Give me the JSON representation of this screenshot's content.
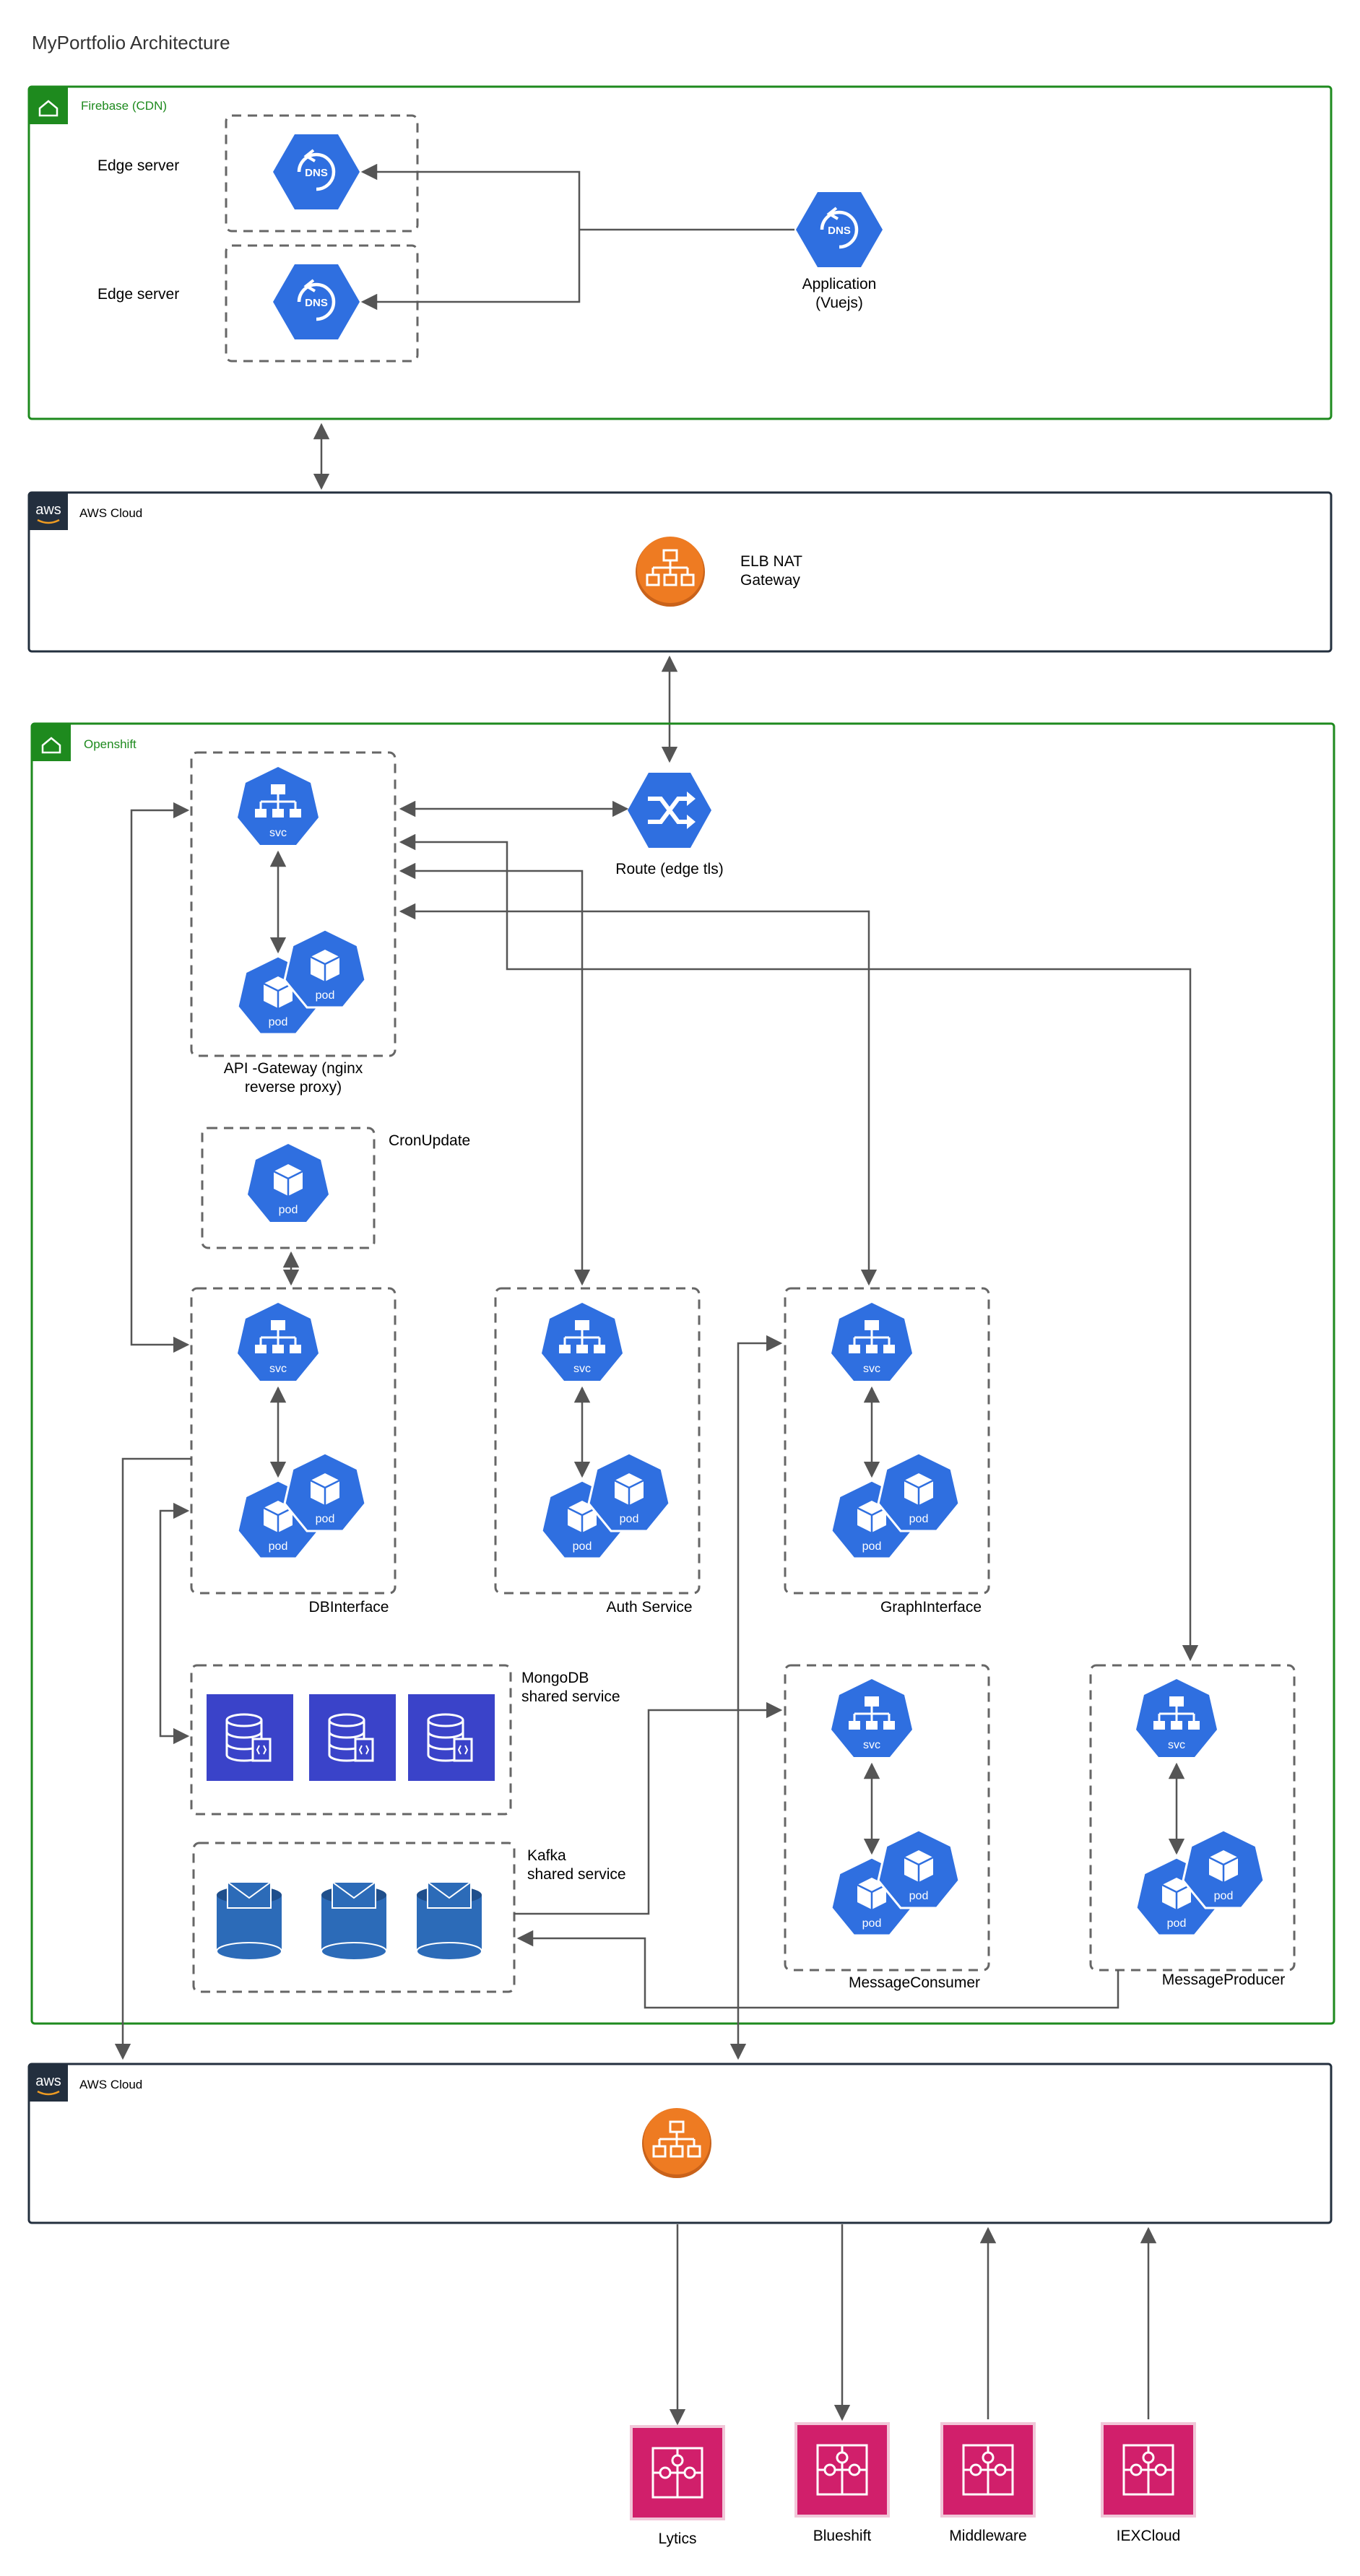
{
  "title": "MyPortfolio Architecture",
  "colors": {
    "green": "#1e8a1e",
    "blue": "#2f6fe0",
    "blue_dark": "#1f5cc8",
    "orange": "#ee7b22",
    "orange_dark": "#c9621a",
    "db_purple": "#3a43c9",
    "kafka_blue": "#2c6bb8",
    "kafka_blue_dark": "#1f4f8c",
    "magenta": "#d11f6b",
    "aws_dark": "#232f3e",
    "dash": "#666666",
    "arrow": "#555555"
  },
  "firebase": {
    "group_label": "Firebase (CDN)",
    "edge_server_1": "Edge server",
    "edge_server_2": "Edge server",
    "dns_label": "DNS",
    "app_label_line1": "Application",
    "app_label_line2": "(Vuejs)"
  },
  "aws_top": {
    "group_label": "AWS Cloud",
    "logo_text": "aws",
    "elb_label_line1": "ELB NAT",
    "elb_label_line2": "Gateway"
  },
  "openshift": {
    "group_label": "Openshift",
    "route_label": "Route (edge tls)",
    "svc_label": "svc",
    "pod_label": "pod",
    "api_gateway_line1": "API -Gateway (nginx",
    "api_gateway_line2": "reverse proxy)",
    "cron_label": "CronUpdate",
    "db_interface_label": "DBInterface",
    "auth_service_label": "Auth Service",
    "graph_interface_label": "GraphInterface",
    "mongodb_line1": "MongoDB",
    "mongodb_line2": "shared service",
    "kafka_line1": "Kafka",
    "kafka_line2": "shared service",
    "message_consumer_label": "MessageConsumer",
    "message_producer_label": "MessageProducer"
  },
  "aws_bottom": {
    "group_label": "AWS Cloud",
    "logo_text": "aws"
  },
  "external": {
    "lytics": "Lytics",
    "blueshift": "Blueshift",
    "middleware": "Middleware",
    "iexcloud": "IEXCloud"
  }
}
